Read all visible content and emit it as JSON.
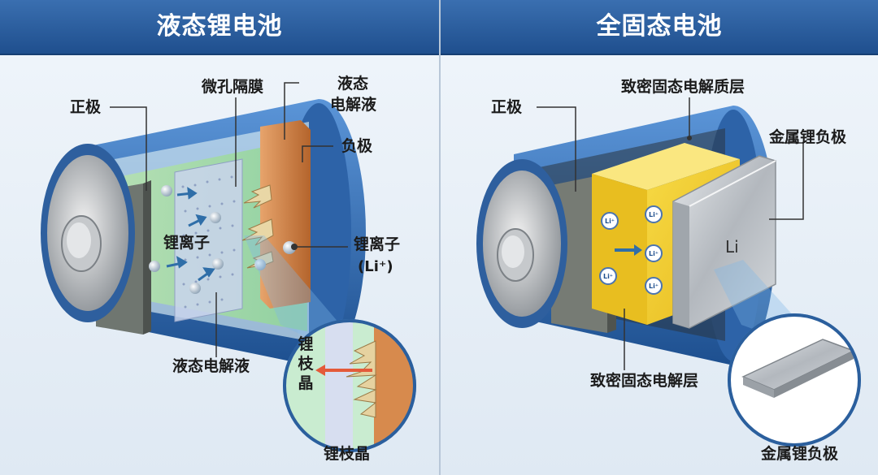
{
  "left": {
    "title": "液态锂电池",
    "labels": {
      "cathode": "正极",
      "separator": "微孔隔膜",
      "electrolyte_top_1": "液态",
      "electrolyte_top_2": "电解液",
      "anode": "负极",
      "lithium_ion": "锂离子",
      "lithium_ion_right": "锂离子",
      "lithium_ion_symbol": "(Li⁺)",
      "electrolyte_bottom": "液态电解液",
      "dendrite_vertical": "锂枝晶",
      "dendrite_bottom": "锂枝晶"
    }
  },
  "right": {
    "title": "全固态电池",
    "labels": {
      "cathode": "正极",
      "dense_electrolyte_top": "致密固态电解质层",
      "metal_anode": "金属锂负极",
      "li_symbol": "Li",
      "ion_badge": "Li⁺",
      "dense_electrolyte_bottom": "致密固态电解层",
      "metal_anode_bottom": "金属锂负极"
    }
  },
  "colors": {
    "header": "#2a5d9f",
    "battery_shell": "#3b78c4",
    "liquid": "#a8dca8",
    "anode_copper": "#d9894a",
    "solid_electrolyte": "#f2cf2e",
    "lithium_metal": "#b9bec4"
  }
}
